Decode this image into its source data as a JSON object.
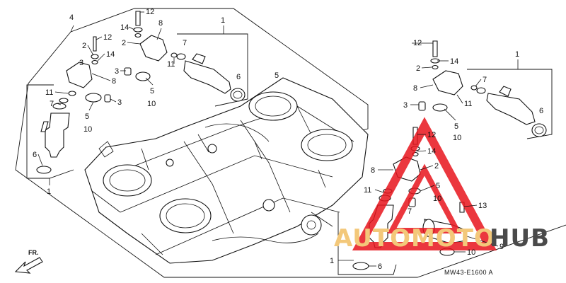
{
  "labels": {
    "l_4": "4",
    "l_12a": "12",
    "l_14a": "14",
    "l_2a": "2",
    "l_8a": "8",
    "l_1a": "1",
    "l_7a": "7",
    "l_11a": "11",
    "l_6a": "6",
    "l_3a": "3",
    "l_5a": "5",
    "l_10a": "10",
    "l_12b": "12",
    "l_2b": "2",
    "l_14b": "14",
    "l_8b": "8",
    "l_3b": "3",
    "l_11b": "11",
    "l_7b": "7",
    "l_5b": "5",
    "l_10b": "10",
    "l_6b": "6",
    "l_1b": "1",
    "l_5c": "5",
    "l_12c": "12",
    "l_2c": "2",
    "l_14c": "14",
    "l_1c": "1",
    "l_7c": "7",
    "l_8c": "8",
    "l_3c": "3",
    "l_11c": "11",
    "l_6c": "6",
    "l_5d": "5",
    "l_10c": "10",
    "l_12d": "12",
    "l_14d": "14",
    "l_8d": "8",
    "l_2d": "2",
    "l_11d": "11",
    "l_5e": "5",
    "l_10d": "10",
    "l_3d": "3",
    "l_7d": "7",
    "l_13": "13",
    "l_10e": "10",
    "l_9": "9",
    "l_1d": "1",
    "l_6d": "6"
  },
  "diagram_code": "MW43-E1600 A",
  "front_marker": "FR.",
  "watermark": {
    "part1": "AUTOMOTO",
    "part2": "HUB",
    "accent_color": "#e8141c",
    "orange_color": "#f3c87a",
    "dark_color": "#4a4a4a"
  }
}
